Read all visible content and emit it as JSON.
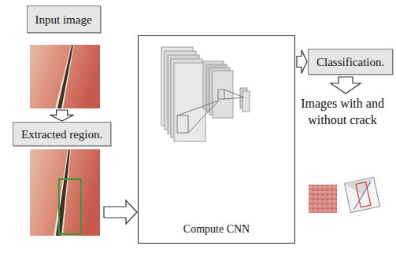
{
  "diagram": {
    "nodes": [
      {
        "text": [
          "Input image"
        ]
      },
      {
        "text": [
          "Extracted region."
        ]
      },
      {
        "text": [
          "Compute CNN"
        ]
      },
      {
        "text": [
          "Classification."
        ]
      }
    ],
    "edges": [
      {
        "from": 0,
        "to": 1,
        "arrow": "to"
      },
      {
        "from": 1,
        "to": 2,
        "arrow": "to"
      },
      {
        "from": 2,
        "to": 3,
        "arrow": "to"
      }
    ],
    "labels": [
      "Images with and without crack"
    ]
  }
}
